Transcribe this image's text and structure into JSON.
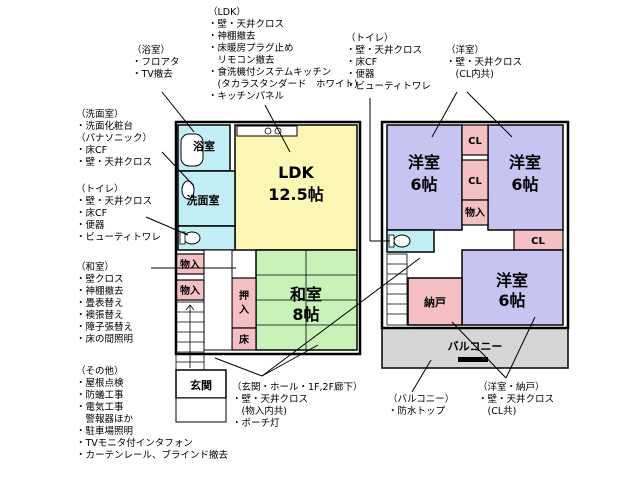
{
  "notes": {
    "ldk": [
      "（LDK）",
      "・壁・天井クロス",
      "・神棚撤去",
      "・床暖房プラグ止め",
      "　リモコン撤去",
      "・食洗機付システムキッチン",
      "　(タカラスタンダード　ホワイト)",
      "・キッチンパネル"
    ],
    "bath": [
      "（浴室）",
      "・フロアタ",
      "・TV撤去"
    ],
    "washroom": [
      "（洗面室）",
      "・洗面化粧台",
      "（パナソニック）",
      "・床CF",
      "・壁・天井クロス"
    ],
    "toilet1": [
      "（トイレ）",
      "・壁・天井クロス",
      "・床CF",
      "・便器",
      "・ビューティトワレ"
    ],
    "washitsu": [
      "（和室）",
      "・壁クロス",
      "・神棚撤去",
      "・畳表替え",
      "・襖張替え",
      "・障子張替え",
      "・床の間照明"
    ],
    "other": [
      "（その他）",
      "・屋根点検",
      "・防蟻工事",
      "・電気工事",
      "　警報器ほか",
      "・駐車場照明",
      "・TVモニタ付インタフォン",
      "・カーテンレール、ブラインド撤去"
    ],
    "genkan": [
      "（玄関・ホール・1F,2F廊下）",
      "・壁・天井クロス",
      "　(物入内共)",
      "・ポーチ灯"
    ],
    "toilet2": [
      "（トイレ）",
      "・壁・天井クロス",
      "・床CF",
      "・便器",
      "・ビューティトワレ"
    ],
    "youshitsu": [
      "（洋室）",
      "・壁・天井クロス",
      "　(CL内共)"
    ],
    "balcony": [
      "（バルコニー）",
      "・防水トップ"
    ],
    "youshitsu_nando": [
      "（洋室・納戸）",
      "・壁・天井クロス",
      "　(CL共)"
    ]
  },
  "rooms": {
    "bath": "浴室",
    "washroom": "洗面室",
    "ldk_name": "LDK",
    "ldk_size": "12.5帖",
    "washitsu_name": "和室",
    "washitsu_size": "8帖",
    "oshiire": "押入",
    "toko": "床",
    "mono1": "物入",
    "mono2": "物入",
    "genkan": "玄関",
    "you1_name": "洋室",
    "you1_size": "6帖",
    "you2_name": "洋室",
    "you2_size": "6帖",
    "you3_name": "洋室",
    "you3_size": "6帖",
    "cl1": "CL",
    "cl2": "CL",
    "cl3": "CL",
    "mono3": "物入",
    "nando": "納戸",
    "balcony": "バルコニー"
  },
  "colors": {
    "ldk": "#fdf7b5",
    "washitsu": "#c8f2b8",
    "youshitsu": "#c8c4f2",
    "closet": "#f5c0c4",
    "water": "#c2eef5",
    "balcony": "#d6d6d6"
  }
}
